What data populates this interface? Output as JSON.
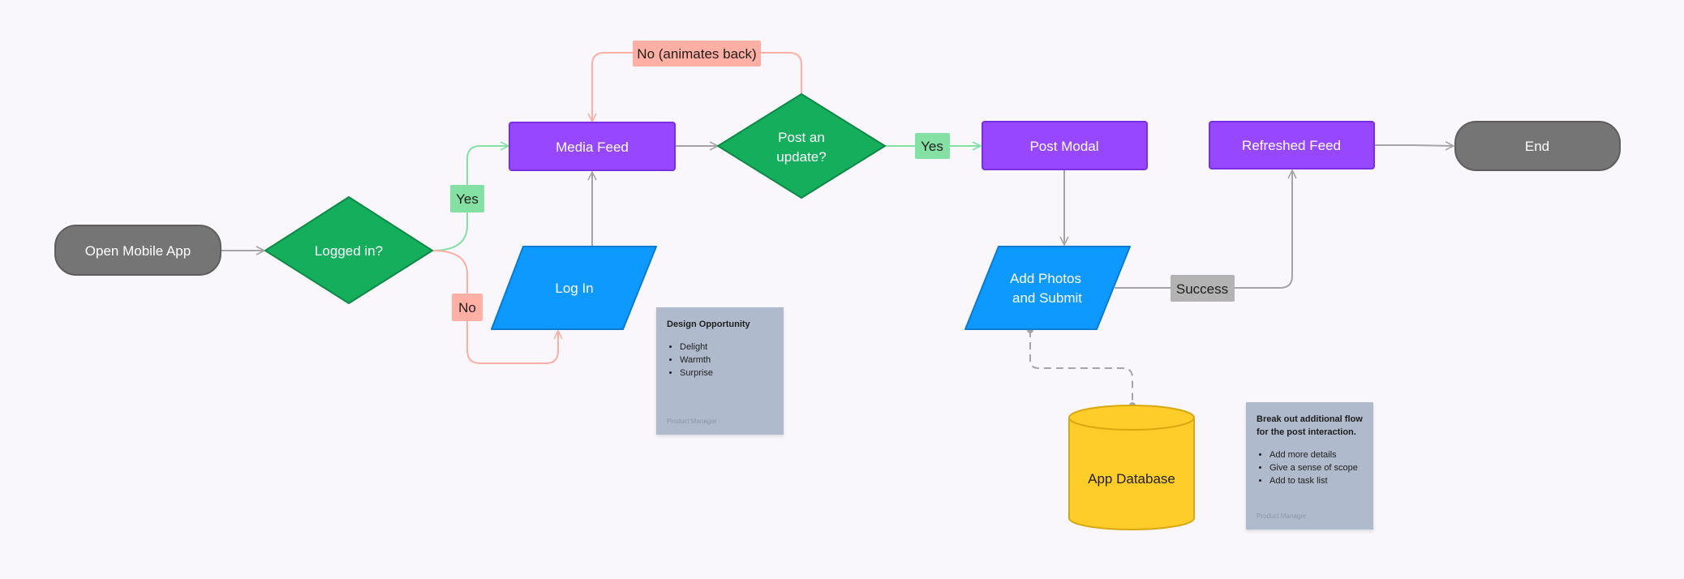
{
  "nodes": {
    "open_app": "Open Mobile App",
    "logged_in": "Logged in?",
    "media_feed": "Media Feed",
    "log_in": "Log In",
    "post_update_line1": "Post an",
    "post_update_line2": "update?",
    "post_modal": "Post Modal",
    "add_photos_line1": "Add Photos",
    "add_photos_line2": "and Submit",
    "refreshed_feed": "Refreshed Feed",
    "end": "End",
    "app_database": "App Database"
  },
  "edge_labels": {
    "yes_logged": "Yes",
    "no_logged": "No",
    "no_animates": "No (animates back)",
    "yes_post": "Yes",
    "success": "Success"
  },
  "notes": {
    "design": {
      "title": "Design Opportunity",
      "items": [
        "Delight",
        "Warmth",
        "Surprise"
      ],
      "author": "Product Manager"
    },
    "breakout": {
      "title": "Break out additional flow for the post interaction.",
      "items": [
        "Add more details",
        "Give a sense of scope",
        "Add to task list"
      ],
      "author": "Product Manager"
    }
  },
  "colors": {
    "terminal": "#757575",
    "decision": "#14ae5c",
    "process": "#9747ff",
    "io": "#0d99ff",
    "database": "#ffcd29",
    "label_yes": "#85e0a3",
    "label_no": "#ffafa3",
    "label_success": "#b3b3b3",
    "note": "#afbacc"
  }
}
